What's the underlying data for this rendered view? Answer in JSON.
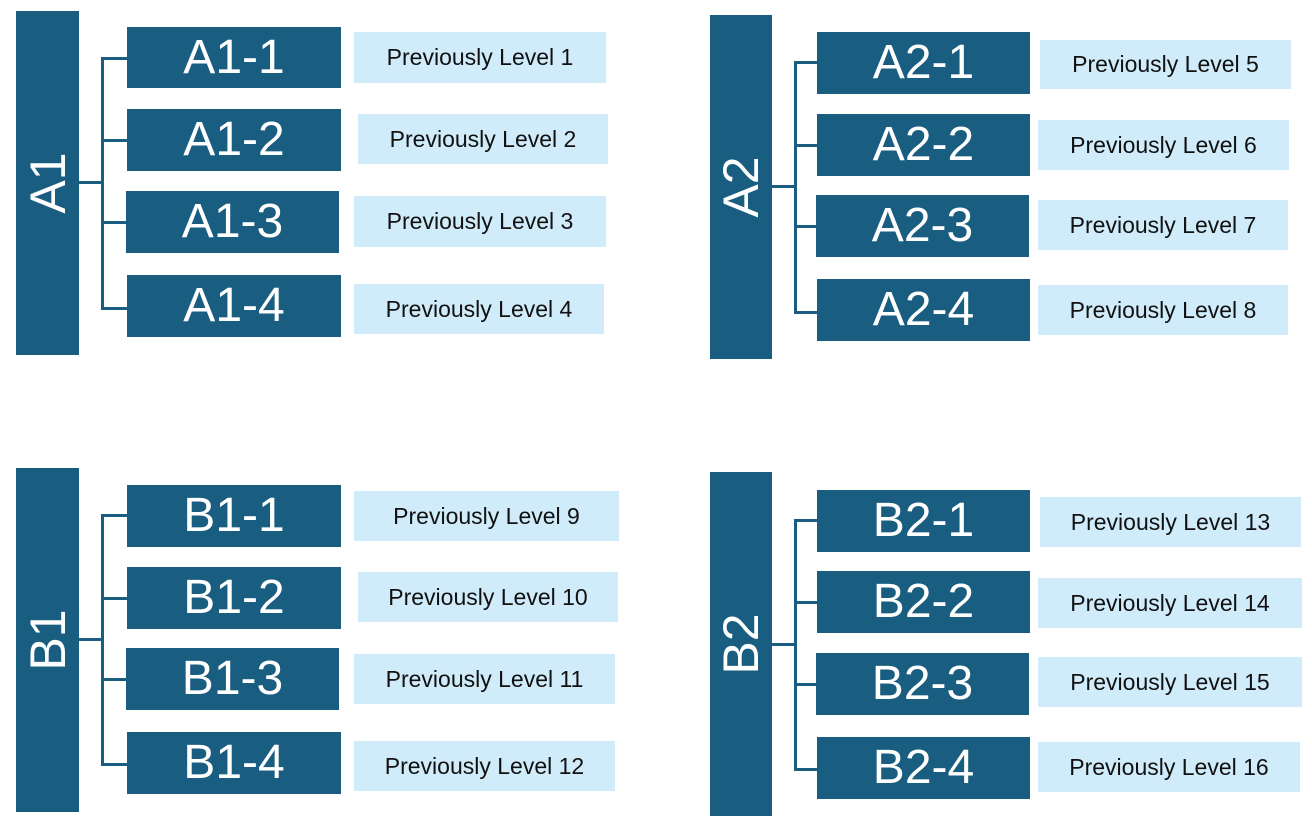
{
  "colors": {
    "node": "#195d80",
    "note": "#d0ecfa",
    "text_light": "#ffffff",
    "text_dark": "#111111"
  },
  "groups": [
    {
      "root": "A1",
      "children": [
        {
          "label": "A1-1",
          "note": "Previously Level 1"
        },
        {
          "label": "A1-2",
          "note": "Previously Level 2"
        },
        {
          "label": "A1-3",
          "note": "Previously Level 3"
        },
        {
          "label": "A1-4",
          "note": "Previously Level 4"
        }
      ]
    },
    {
      "root": "A2",
      "children": [
        {
          "label": "A2-1",
          "note": "Previously Level 5"
        },
        {
          "label": "A2-2",
          "note": "Previously Level 6"
        },
        {
          "label": "A2-3",
          "note": "Previously Level 7"
        },
        {
          "label": "A2-4",
          "note": "Previously Level 8"
        }
      ]
    },
    {
      "root": "B1",
      "children": [
        {
          "label": "B1-1",
          "note": "Previously Level 9"
        },
        {
          "label": "B1-2",
          "note": "Previously Level 10"
        },
        {
          "label": "B1-3",
          "note": "Previously Level 11"
        },
        {
          "label": "B1-4",
          "note": "Previously Level 12"
        }
      ]
    },
    {
      "root": "B2",
      "children": [
        {
          "label": "B2-1",
          "note": "Previously Level 13"
        },
        {
          "label": "B2-2",
          "note": "Previously Level 14"
        },
        {
          "label": "B2-3",
          "note": "Previously Level 15"
        },
        {
          "label": "B2-4",
          "note": "Previously Level 16"
        }
      ]
    }
  ]
}
